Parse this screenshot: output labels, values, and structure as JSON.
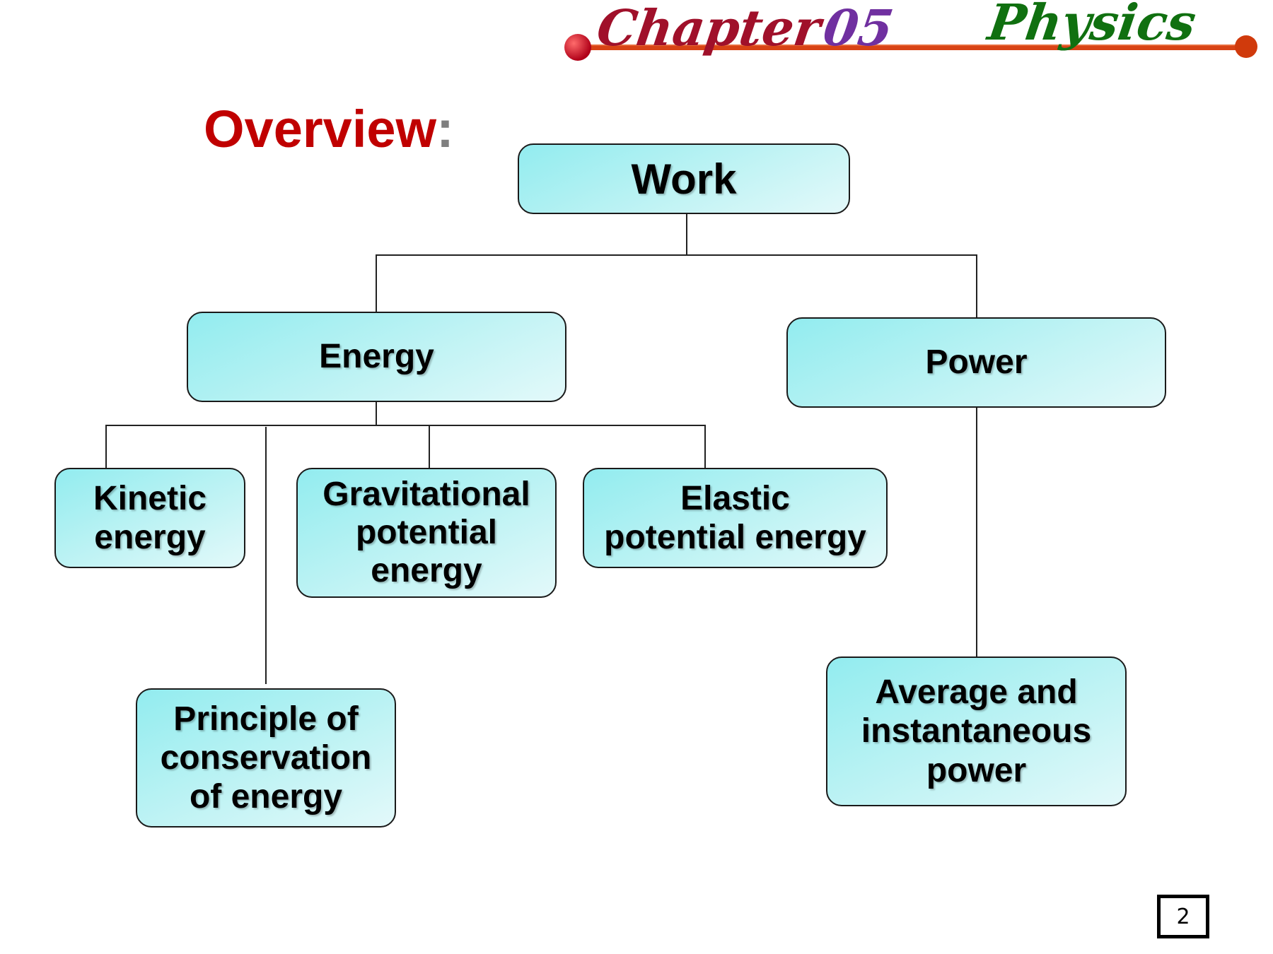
{
  "header": {
    "chapter_label": "Chapter",
    "chapter_number": "05",
    "subject": "Physics",
    "colors": {
      "chapter": "#a0102a",
      "number": "#7030a0",
      "subject": "#107010",
      "rule": "#d84315"
    }
  },
  "title": {
    "text": "Overview",
    "colon": ":",
    "color": "#c00000"
  },
  "diagram": {
    "root": {
      "label": "Work"
    },
    "energy": {
      "label": "Energy"
    },
    "power": {
      "label": "Power"
    },
    "kinetic": {
      "label": "Kinetic\nenergy"
    },
    "gravitational": {
      "label": "Gravitational\npotential\nenergy"
    },
    "elastic": {
      "label": "Elastic\npotential energy"
    },
    "conservation": {
      "label": "Principle of\nconservation\nof energy"
    },
    "avg_power": {
      "label": "Average and\ninstantaneous\npower"
    }
  },
  "page_number": "2"
}
